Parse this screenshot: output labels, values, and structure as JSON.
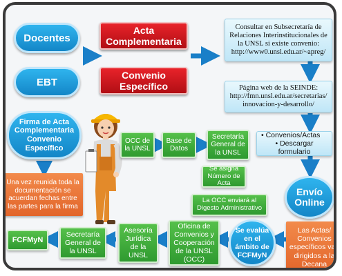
{
  "colors": {
    "blue": "#1b95d8",
    "red": "#d01a20",
    "green": "#3aaa35",
    "orange": "#ec7336",
    "cyan": "#d6f0fa",
    "arrow": "#1a7fc8"
  },
  "nodes": {
    "docentes": "Docentes",
    "ebt": "EBT",
    "acta_complementaria": "Acta Complementaria",
    "convenio_especifico": "Convenio Específico",
    "consultar": "Consultar en Subsecretaría de Relaciones Interinstitucionales de la UNSL si existe convenio: http://www0.unsl.edu.ar/~apreg/",
    "pagina_web": "Página web de la SEINDE: http://fmn.unsl.edu.ar/secretarias/ innovacion-y-desarrollo/",
    "convenios_actas": "• Convenios/Actas",
    "descargar": "• Descargar formulario",
    "envio_online": "Envío Online",
    "firma_acta": "Firma de Acta Complementaria Convenio Específico",
    "occ_unsl": "OCC de la UNSL",
    "base_datos": "Base de Datos",
    "secretaria_general_top": "Secretaría General de la UNSL",
    "asigna_numero": "Se asigna Número de Acta",
    "digesto": "La OCC enviará al Digesto Administrativo",
    "vez_reunida": "Una vez reunida toda la documentación se acuerdan fechas entre las partes para la firma",
    "actas_convenios": "Las Actas/ Convenios específicos van dirigidos a la Decana",
    "se_evalua": "Se evalúa en el ámbito de FCFMyN",
    "oficina_convenios": "Oficina de Convenios y Cooperación de la UNSL (OCC)",
    "asesoria": "Asesoría Jurídica de la UNSL",
    "secretaria_general_bottom": "Secretaría General de la UNSL",
    "fcfmyn": "FCFMyN"
  },
  "icons": {
    "worker": "construction-worker-woman-icon"
  }
}
